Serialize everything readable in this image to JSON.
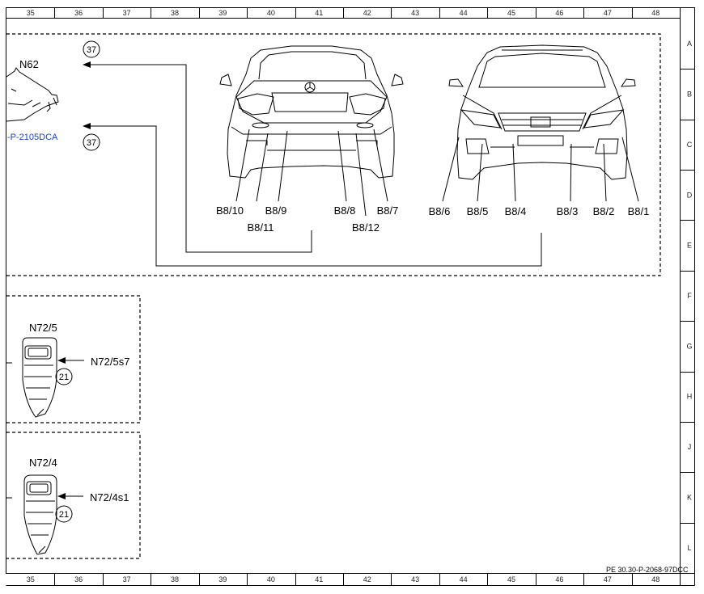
{
  "columns": [
    "35",
    "36",
    "37",
    "38",
    "39",
    "40",
    "41",
    "42",
    "43",
    "44",
    "45",
    "46",
    "47",
    "48"
  ],
  "rows": [
    "A",
    "B",
    "C",
    "D",
    "E",
    "F",
    "G",
    "H",
    "J",
    "K",
    "L"
  ],
  "top_section": {
    "control_unit": "N62",
    "link_text": "-P-2105DCA",
    "ref_upper": "37",
    "ref_lower": "37",
    "rear_sensors": {
      "b8_10": "B8/10",
      "b8_9": "B8/9",
      "b8_11": "B8/11",
      "b8_8": "B8/8",
      "b8_7": "B8/7",
      "b8_12": "B8/12"
    },
    "front_sensors": {
      "b8_6": "B8/6",
      "b8_5": "B8/5",
      "b8_4": "B8/4",
      "b8_3": "B8/3",
      "b8_2": "B8/2",
      "b8_1": "B8/1"
    }
  },
  "panel_right_door": {
    "title": "N72/5",
    "switch_label": "N72/5s7",
    "ref": "21"
  },
  "panel_left_door": {
    "title": "N72/4",
    "switch_label": "N72/4s1",
    "ref": "21"
  },
  "footer": {
    "doc_code": "PE 30.30-P-2068-97DCC"
  }
}
